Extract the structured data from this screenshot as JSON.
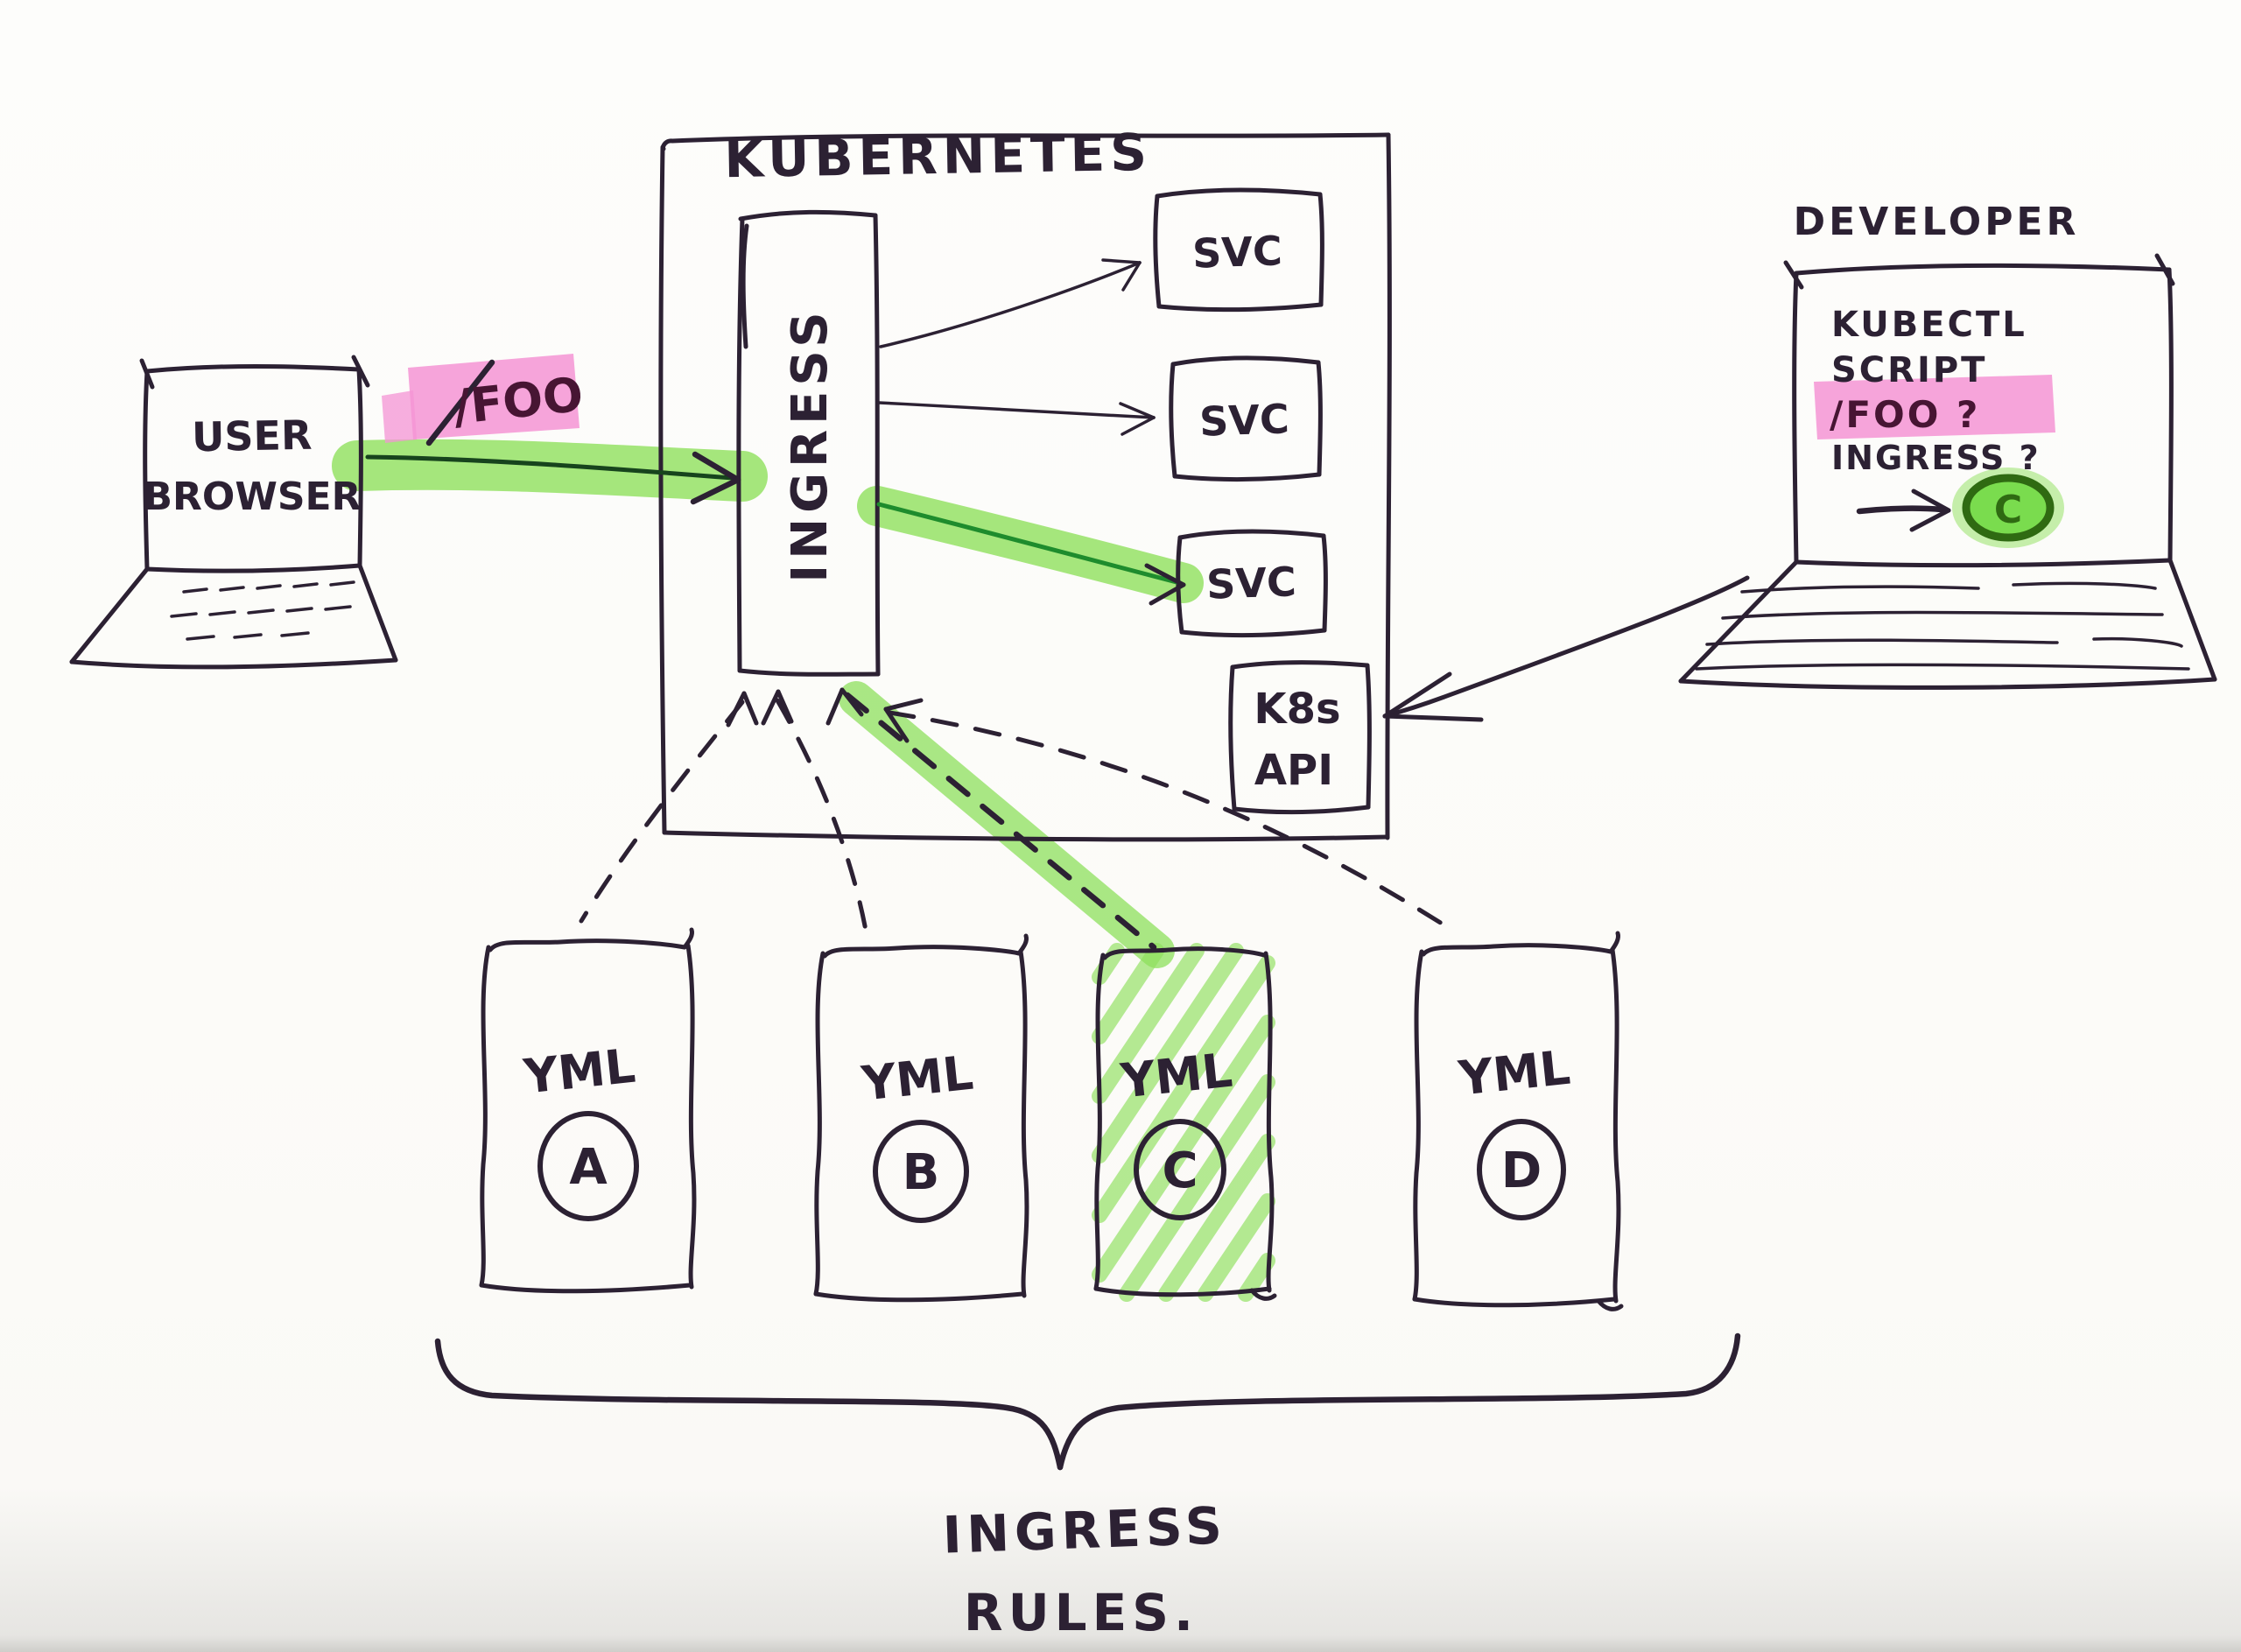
{
  "colors": {
    "ink": "#2c2133",
    "highlighter_green": "#8ee05c",
    "highlighter_pink": "#f494d4",
    "marker_green_dark": "#1e8c2d",
    "pen_green": "#2f6a12",
    "pink_text": "#471533",
    "paper": "#fcfbf9"
  },
  "kubernetes": {
    "title": "KUBERNETES"
  },
  "user_browser": {
    "line1": "USER",
    "line2": "BROWSER"
  },
  "request": {
    "path_label": "/FOO"
  },
  "ingress": {
    "label": "INGRESS"
  },
  "services": {
    "svc1": "SVC",
    "svc2": "SVC",
    "svc3": "SVC"
  },
  "k8s_api": {
    "line1": "K8s",
    "line2": "API"
  },
  "developer": {
    "title": "DEVELOPER",
    "screen_line1": "KUBECTL",
    "screen_line2": "SCRIPT",
    "screen_line3": "/FOO ?",
    "screen_line4": "INGRESS ?",
    "highlight_letter": "C"
  },
  "yml_docs": {
    "doc_a": {
      "label": "YML",
      "letter": "A"
    },
    "doc_b": {
      "label": "YML",
      "letter": "B"
    },
    "doc_c": {
      "label": "YML",
      "letter": "C"
    },
    "doc_d": {
      "label": "YML",
      "letter": "D"
    }
  },
  "brace_label": {
    "line1": "INGRESS",
    "line2": "RULES."
  }
}
